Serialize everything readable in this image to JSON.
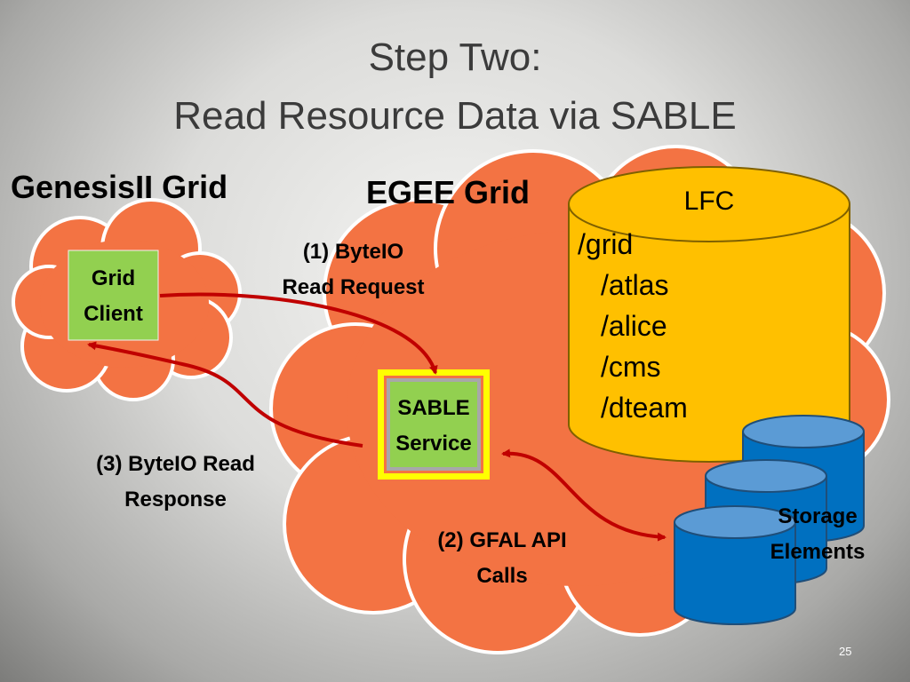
{
  "slide": {
    "title_line1": "Step Two:",
    "title_line2": "Read Resource Data via SABLE",
    "page_number": "25"
  },
  "genesis": {
    "label": "GenesisII Grid",
    "client_line1": "Grid",
    "client_line2": "Client"
  },
  "egee": {
    "label": "EGEE Grid",
    "sable_line1": "SABLE",
    "sable_line2": "Service",
    "lfc_label": "LFC",
    "lfc_paths": [
      "/grid",
      "/atlas",
      "/alice",
      "/cms",
      "/dteam"
    ],
    "storage_line1": "Storage",
    "storage_line2": "Elements"
  },
  "steps": {
    "step1_line1": "(1)  ByteIO",
    "step1_line2": "Read Request",
    "step2_line1": "(2) GFAL API",
    "step2_line2": "Calls",
    "step3_line1": "(3) ByteIO Read",
    "step3_line2": "Response"
  },
  "colors": {
    "cloud": "#f37343",
    "cloud_stroke": "#ffffff",
    "client_box": "#92d050",
    "sable_outer": "#ffff00",
    "lfc_cylinder": "#ffc000",
    "storage_cylinder": "#0070c0",
    "arrow": "#c00000"
  }
}
